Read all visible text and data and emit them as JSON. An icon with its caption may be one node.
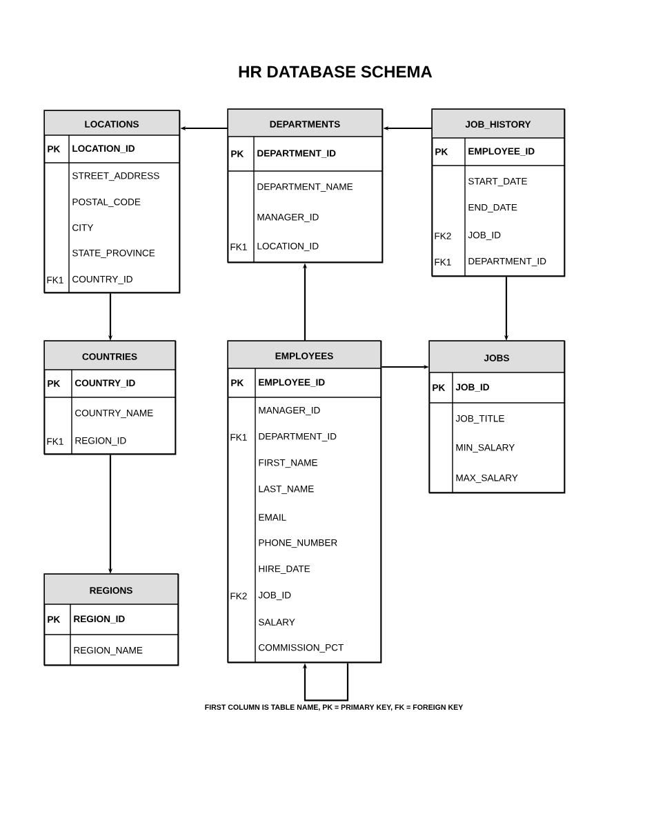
{
  "diagram": {
    "title": "HR DATABASE SCHEMA",
    "nodes": [
      {
        "text": [
          "LOCATIONS",
          "PK",
          "LOCATION_ID",
          "STREET_ADDRESS",
          "POSTAL_CODE",
          "CITY",
          "STATE_PROVINCE",
          "FK1",
          "COUNTRY_ID"
        ]
      },
      {
        "text": [
          "DEPARTMENTS",
          "PK",
          "DEPARTMENT_ID",
          "DEPARTMENT_NAME",
          "MANAGER_ID",
          "FK1",
          "LOCATION_ID"
        ]
      },
      {
        "text": [
          "JOB_HISTORY",
          "PK",
          "EMPLOYEE_ID",
          "START_DATE",
          "END_DATE",
          "FK2",
          "JOB_ID",
          "FK1",
          "DEPARTMENT_ID"
        ]
      },
      {
        "text": [
          "COUNTRIES",
          "PK",
          "COUNTRY_ID",
          "COUNTRY_NAME",
          "FK1",
          "REGION_ID"
        ]
      },
      {
        "text": [
          "EMPLOYEES",
          "PK",
          "EMPLOYEE_ID",
          "MANAGER_ID",
          "FK1",
          "DEPARTMENT_ID",
          "FIRST_NAME",
          "LAST_NAME",
          "EMAIL",
          "PHONE_NUMBER",
          "HIRE_DATE",
          "FK2",
          "JOB_ID",
          "SALARY",
          "COMMISSION_PCT"
        ]
      },
      {
        "text": [
          "JOBS",
          "PK",
          "JOB_ID",
          "JOB_TITLE",
          "MIN_SALARY",
          "MAX_SALARY"
        ]
      },
      {
        "text": [
          "REGIONS",
          "PK",
          "REGION_ID",
          "REGION_NAME"
        ]
      }
    ],
    "edges": [
      {
        "from": 1,
        "to": 0,
        "arrow": "to"
      },
      {
        "from": 2,
        "to": 1,
        "arrow": "to"
      },
      {
        "from": 0,
        "to": 3,
        "arrow": "to"
      },
      {
        "from": 3,
        "to": 6,
        "arrow": "to"
      },
      {
        "from": 4,
        "to": 1,
        "arrow": "to"
      },
      {
        "from": 2,
        "to": 5,
        "arrow": "to"
      },
      {
        "from": 4,
        "to": 5,
        "arrow": "to"
      },
      {
        "from": 4,
        "to": 4,
        "arrow": "to"
      }
    ],
    "labels": [
      "FIRST COLUMN IS TABLE NAME,  PK = PRIMARY KEY,  FK = FOREIGN KEY"
    ]
  }
}
